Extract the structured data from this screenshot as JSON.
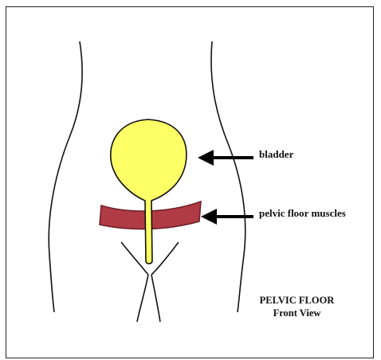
{
  "labels": {
    "bladder": "bladder",
    "pelvic_floor_muscles": "pelvic floor muscles"
  },
  "caption": {
    "line1": "PELVIC FLOOR",
    "line2": "Front View"
  },
  "colors": {
    "bladder_fill": "#ffff66",
    "muscle_fill": "#b03b44",
    "outline": "#111111"
  }
}
